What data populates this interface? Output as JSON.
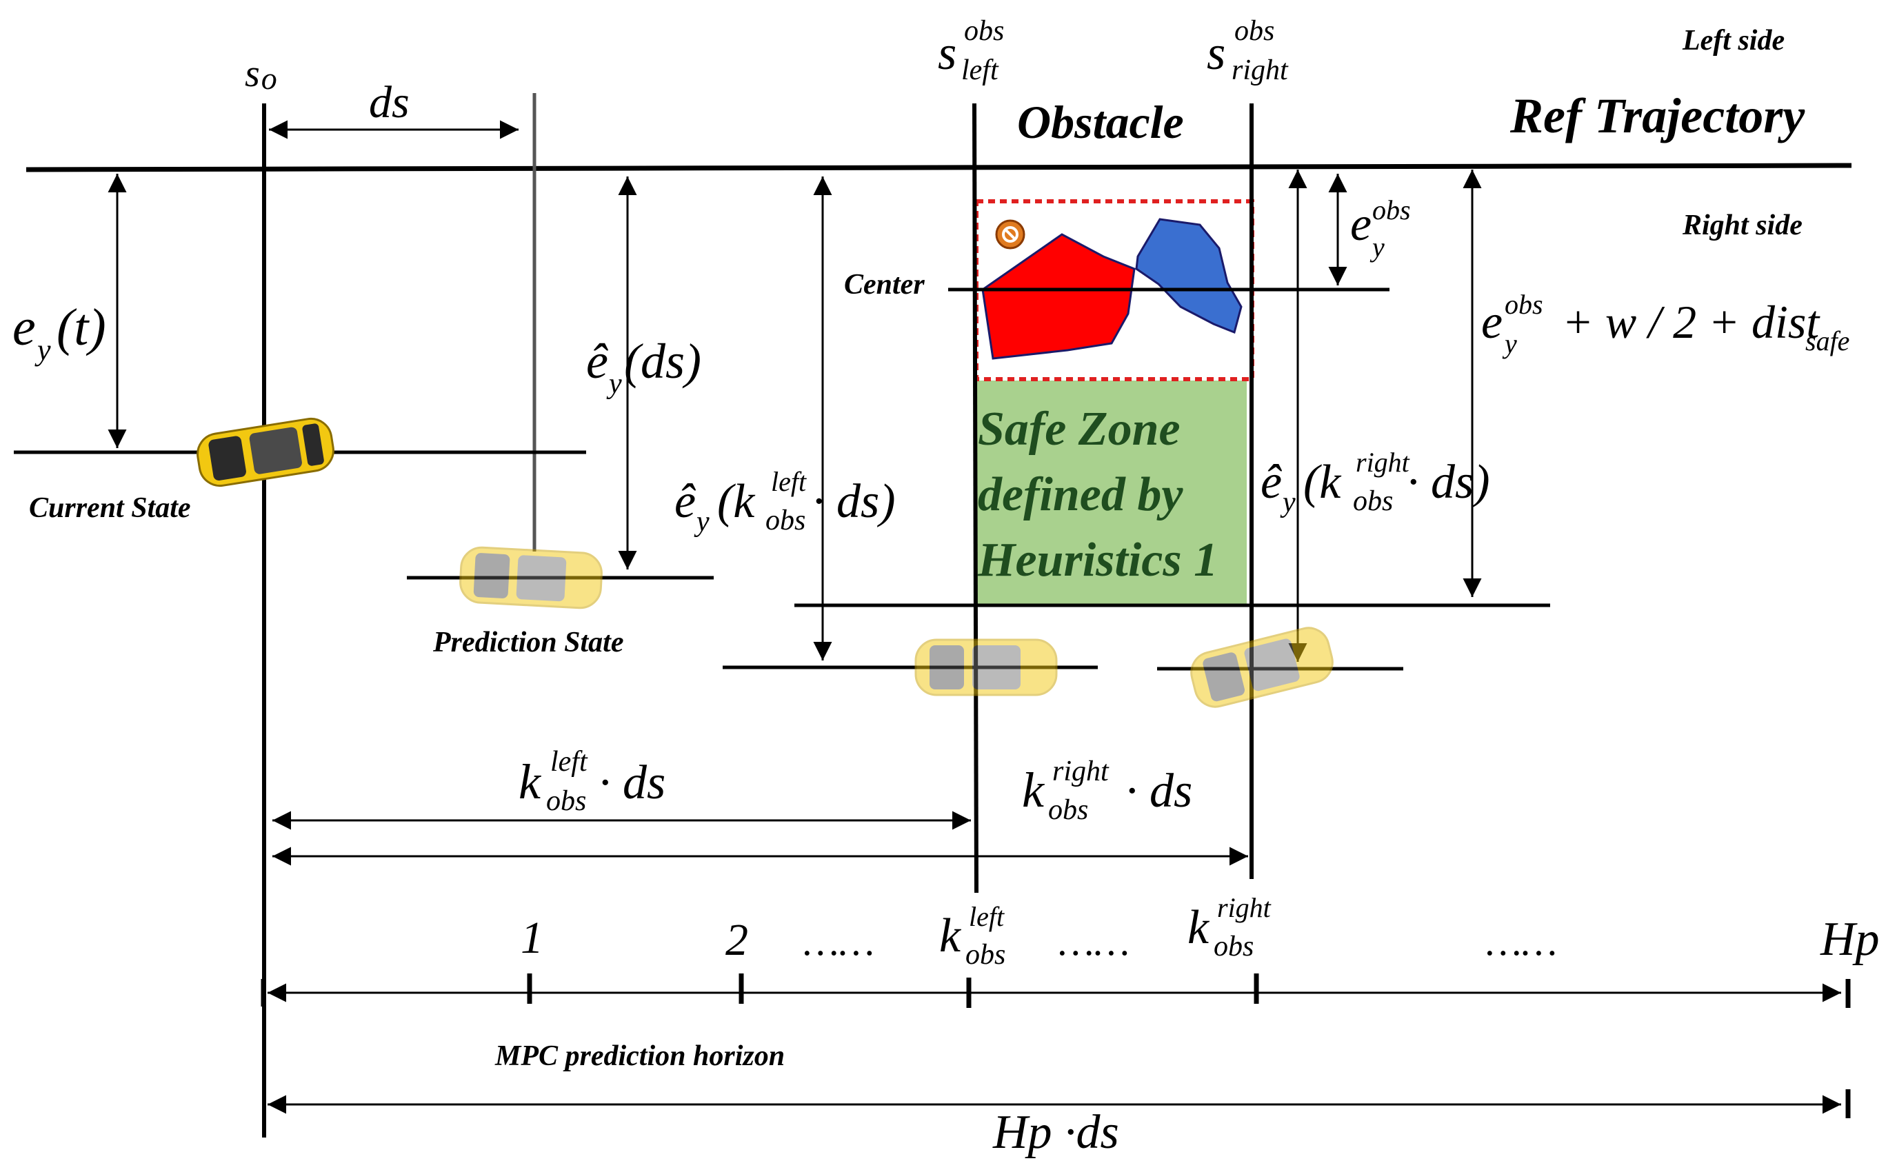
{
  "labels": {
    "left_side": "Left side",
    "right_side": "Right side",
    "ref_trajectory": "Ref Trajectory",
    "obstacle": "Obstacle",
    "center": "Center",
    "current_state": "Current State",
    "prediction_state": "Prediction State",
    "safe_zone_line1": "Safe Zone",
    "safe_zone_line2": "defined by",
    "safe_zone_line3": "Heuristics 1",
    "mpc_horizon": "MPC prediction horizon"
  },
  "math": {
    "s0": "s",
    "s0_sub": "o",
    "ds": "ds",
    "s_left": "s",
    "s_left_sup": "obs",
    "s_left_sub": "left",
    "s_right": "s",
    "s_right_sup": "obs",
    "s_right_sub": "right",
    "ey_t_main": "e",
    "ey_t_sub": "y",
    "ey_t_arg": "(t)",
    "ehat_ds_main": "ê",
    "ehat_ds_sub": "y",
    "ehat_ds_arg": "(ds)",
    "ehat_left_main": "ê",
    "ehat_left_sub": "y",
    "ehat_left_open": "(k",
    "ehat_left_sup": "left",
    "ehat_left_sub2": "obs",
    "ehat_left_close": "· ds)",
    "ehat_right_main": "ê",
    "ehat_right_sub": "y",
    "ehat_right_open": "(k",
    "ehat_right_sup": "right",
    "ehat_right_sub2": "obs",
    "ehat_right_close": "· ds)",
    "ey_obs_main": "e",
    "ey_obs_sup": "obs",
    "ey_obs_sub": "y",
    "ey_obs_sum_main": "e",
    "ey_obs_sum_sup": "obs",
    "ey_obs_sum_sub": "y",
    "ey_obs_sum_rest": "+ w / 2 + dist",
    "ey_obs_sum_safe": "safe",
    "k_left_ds_main": "k",
    "k_left_ds_sup": "left",
    "k_left_ds_sub": "obs",
    "k_left_ds_rest": "· ds",
    "k_right_ds_main": "k",
    "k_right_ds_sup": "right",
    "k_right_ds_sub": "obs",
    "k_right_ds_rest": "· ds",
    "tick_1": "1",
    "tick_2": "2",
    "dots": "……",
    "tick_kleft_main": "k",
    "tick_kleft_sup": "left",
    "tick_kleft_sub": "obs",
    "tick_kright_main": "k",
    "tick_kright_sup": "right",
    "tick_kright_sub": "obs",
    "tick_hp": "Hp",
    "hp_ds": "Hp ·ds"
  },
  "colors": {
    "line": "#000000",
    "safe_zone": "#a9d18e",
    "safe_zone_text": "#1f4d1f",
    "obstacle_box": "#e02020",
    "obstacle_red": "#ff0000",
    "obstacle_blue": "#3a6fd0",
    "car_yellow": "#f2c811",
    "car_faded": "#f6e39a"
  }
}
